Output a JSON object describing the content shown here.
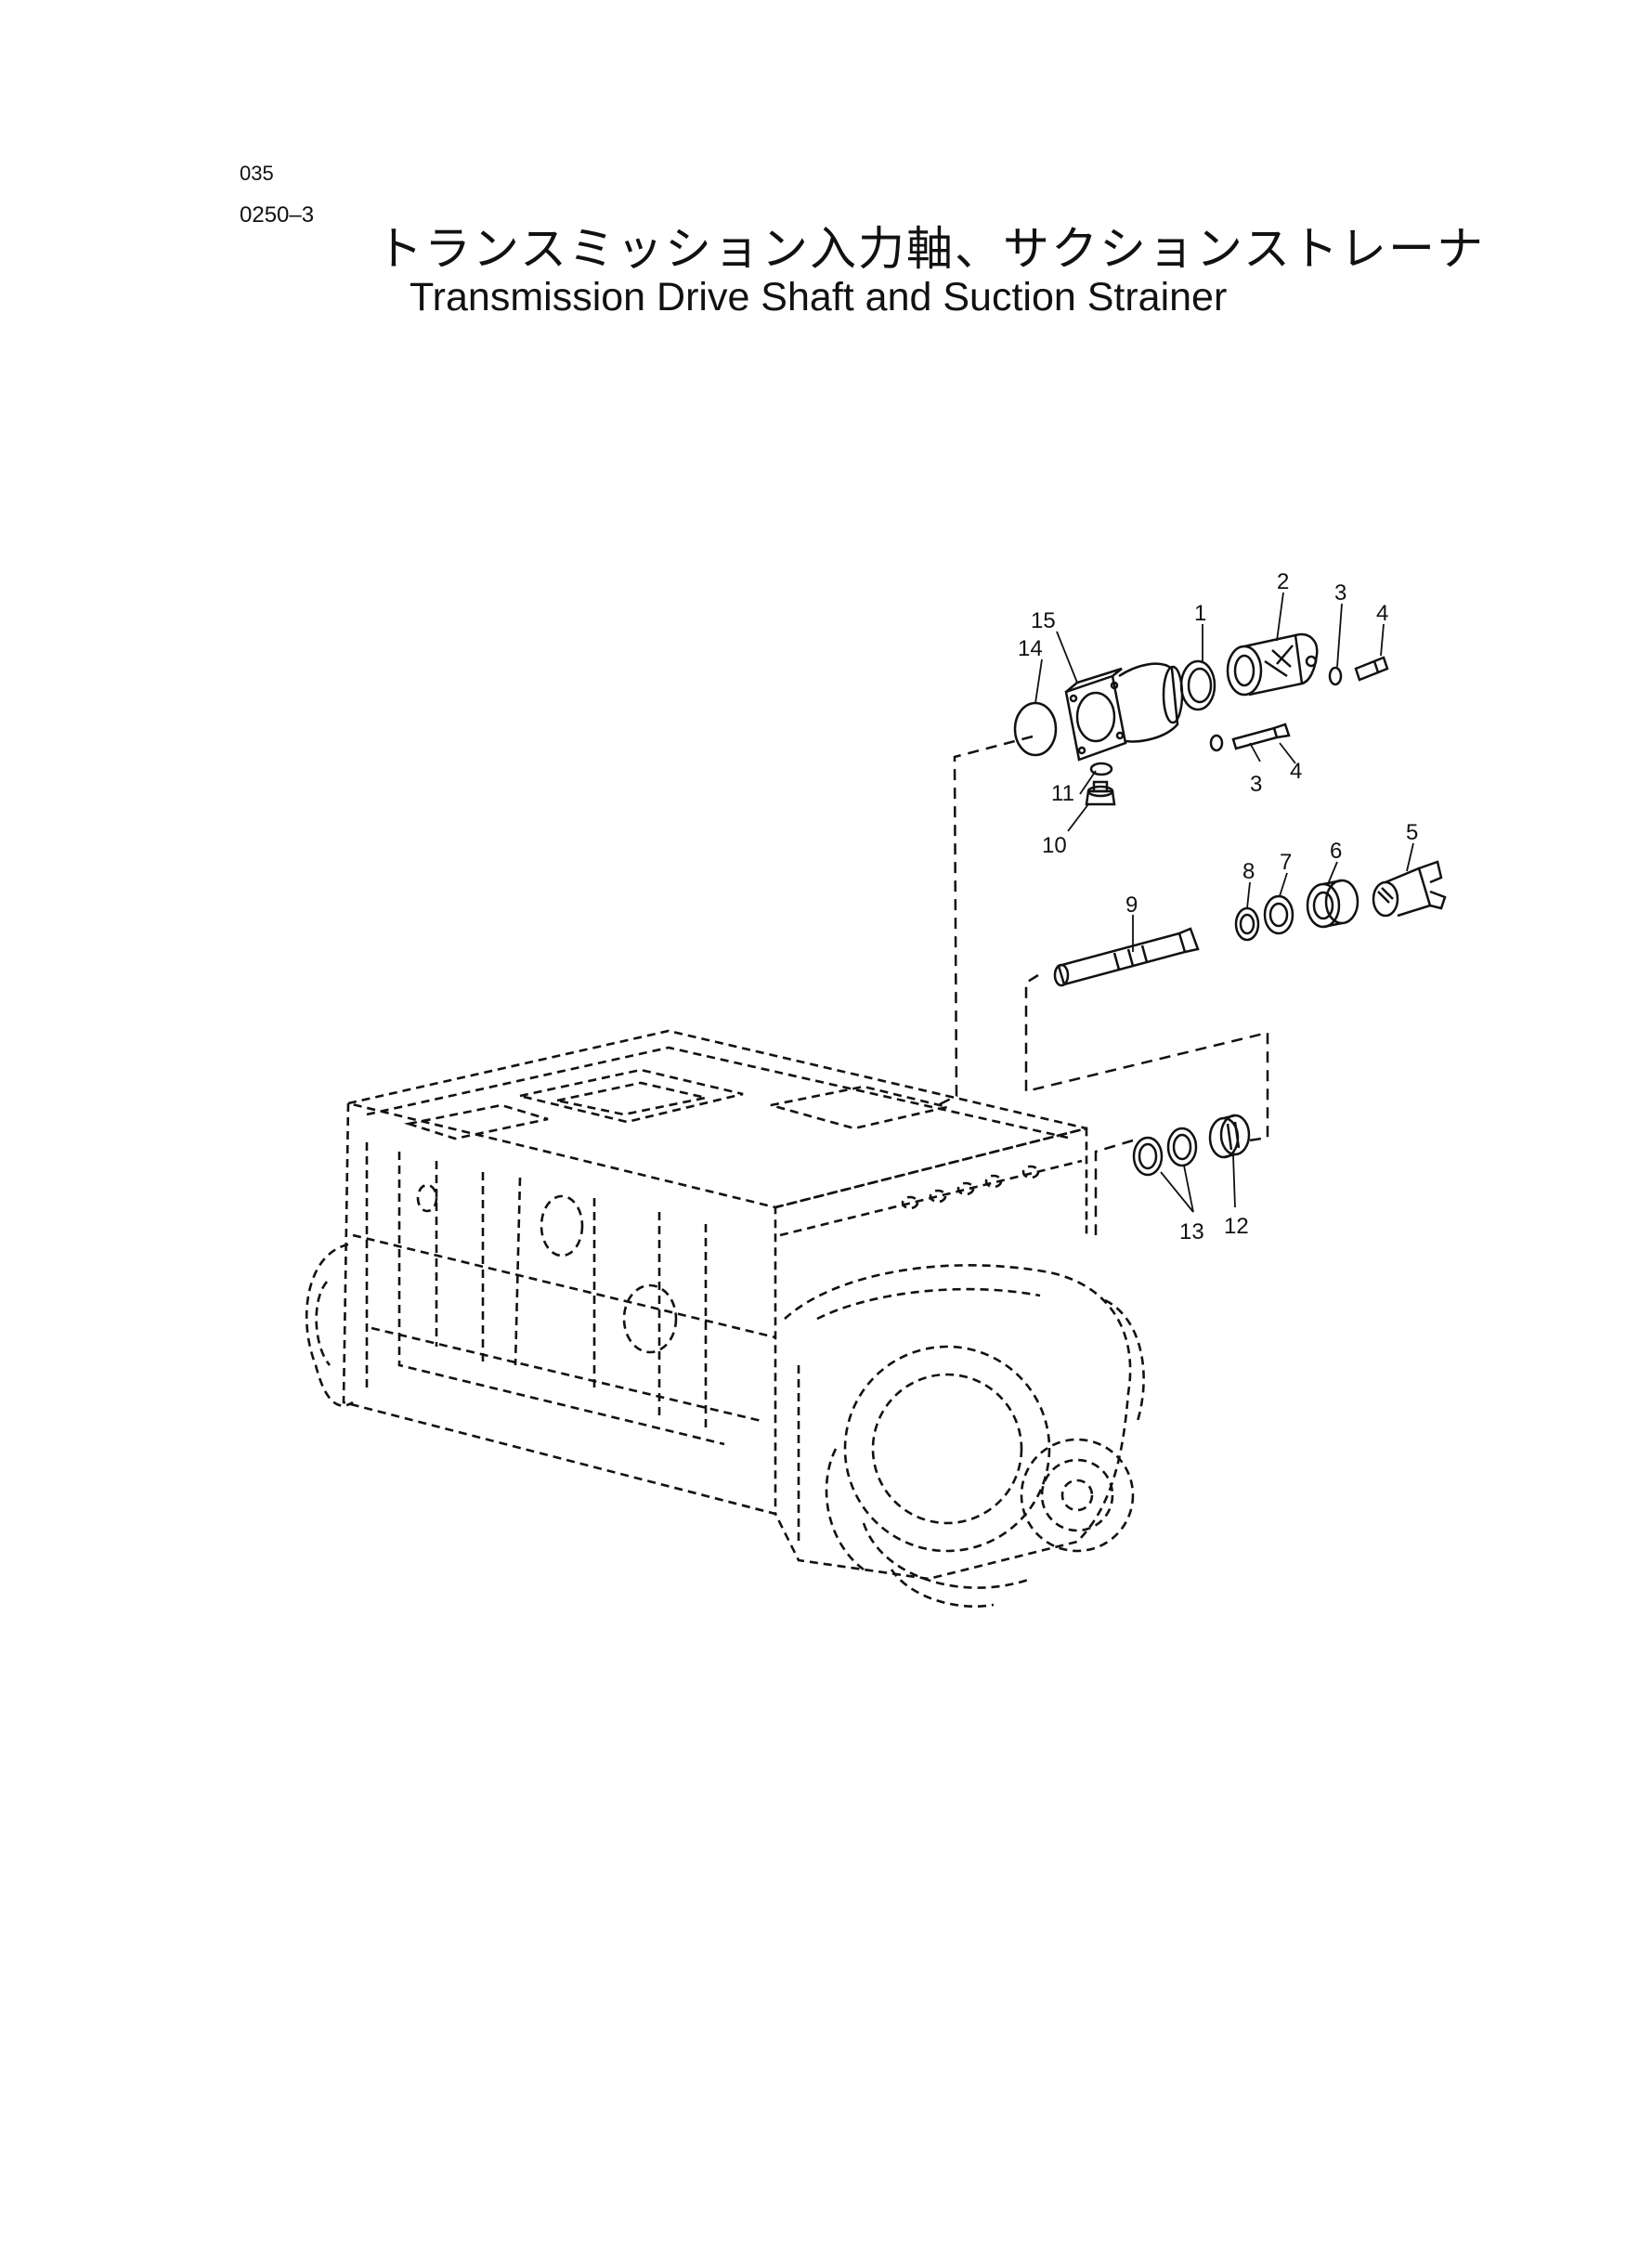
{
  "page": {
    "page_code": "035",
    "section_code": "0250–3",
    "title_ja": "トランスミッション入力軸、サクションストレーナ",
    "title_en": "Transmission Drive Shaft and Suction Strainer"
  },
  "callouts": [
    {
      "id": "1",
      "label": "1"
    },
    {
      "id": "2",
      "label": "2"
    },
    {
      "id": "3a",
      "label": "3"
    },
    {
      "id": "3b",
      "label": "3"
    },
    {
      "id": "4a",
      "label": "4"
    },
    {
      "id": "4b",
      "label": "4"
    },
    {
      "id": "5",
      "label": "5"
    },
    {
      "id": "6",
      "label": "6"
    },
    {
      "id": "7",
      "label": "7"
    },
    {
      "id": "8",
      "label": "8"
    },
    {
      "id": "9",
      "label": "9"
    },
    {
      "id": "10",
      "label": "10"
    },
    {
      "id": "11",
      "label": "11"
    },
    {
      "id": "12",
      "label": "12"
    },
    {
      "id": "13",
      "label": "13"
    },
    {
      "id": "14",
      "label": "14"
    },
    {
      "id": "15",
      "label": "15"
    }
  ]
}
